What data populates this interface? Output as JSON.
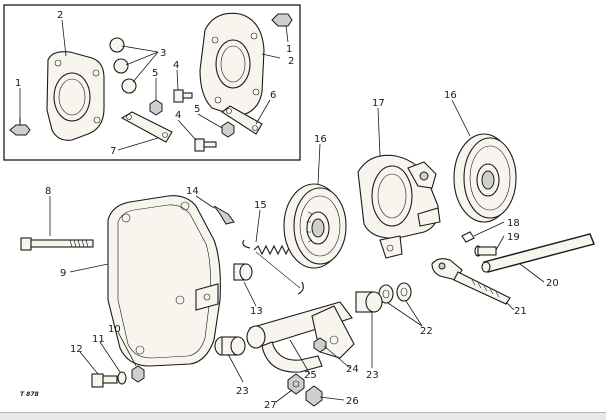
{
  "figure_code": "T 878",
  "callouts": {
    "c1a": "1",
    "c1b": "1",
    "c2a": "2",
    "c2b": "2",
    "c3": "3",
    "c4a": "4",
    "c4b": "4",
    "c5a": "5",
    "c5b": "5",
    "c6": "6",
    "c7": "7",
    "c8": "8",
    "c9": "9",
    "c10": "10",
    "c11": "11",
    "c12": "12",
    "c13": "13",
    "c14": "14",
    "c15": "15",
    "c16a": "16",
    "c16b": "16",
    "c17": "17",
    "c18": "18",
    "c19": "19",
    "c20": "20",
    "c21": "21",
    "c22": "22",
    "c23a": "23",
    "c23b": "23",
    "c24": "24",
    "c25": "25",
    "c26": "26",
    "c27": "27"
  }
}
